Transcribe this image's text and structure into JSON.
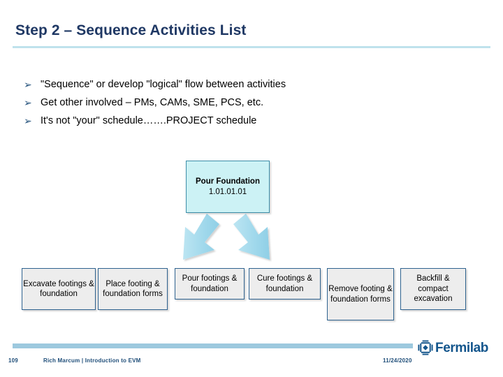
{
  "slide": {
    "title": "Step 2 – Sequence Activities List"
  },
  "bullets": {
    "marker_glyph": "➢",
    "items": [
      {
        "text": "\"Sequence\" or develop \"logical\" flow between activities"
      },
      {
        "text": "Get other involved – PMs, CAMs, SME, PCS, etc."
      },
      {
        "text": "It's not \"your\" schedule…….PROJECT schedule"
      }
    ]
  },
  "diagram": {
    "parent": {
      "line1": "Pour Foundation",
      "line2": "1.01.01.01"
    },
    "children": [
      {
        "text": "Excavate footings & foundation"
      },
      {
        "text": "Place footing & foundation forms"
      },
      {
        "text": "Pour footings & foundation"
      },
      {
        "text": "Cure footings & foundation"
      },
      {
        "text": "Remove footing & foundation forms"
      },
      {
        "text": "Backfill & compact excavation"
      }
    ],
    "arrows": [
      {
        "name": "arrow-down-left"
      },
      {
        "name": "arrow-down-right"
      }
    ]
  },
  "footer": {
    "page_number": "109",
    "credit": "Rich Marcum | Introduction to EVM",
    "date": "11/24/2020",
    "logo_text": "Fermilab"
  },
  "colors": {
    "title": "#1F3864",
    "rule": "#BFE2EC",
    "parent_fill": "#CCF2F5",
    "parent_border": "#3C8DA8",
    "child_fill": "#EDEDED",
    "child_border": "#2E628F",
    "arrow_fill": "#A6DCEC",
    "footer_bar": "#9DC9DE",
    "footer_text": "#1F4E79",
    "logo": "#13558C"
  }
}
